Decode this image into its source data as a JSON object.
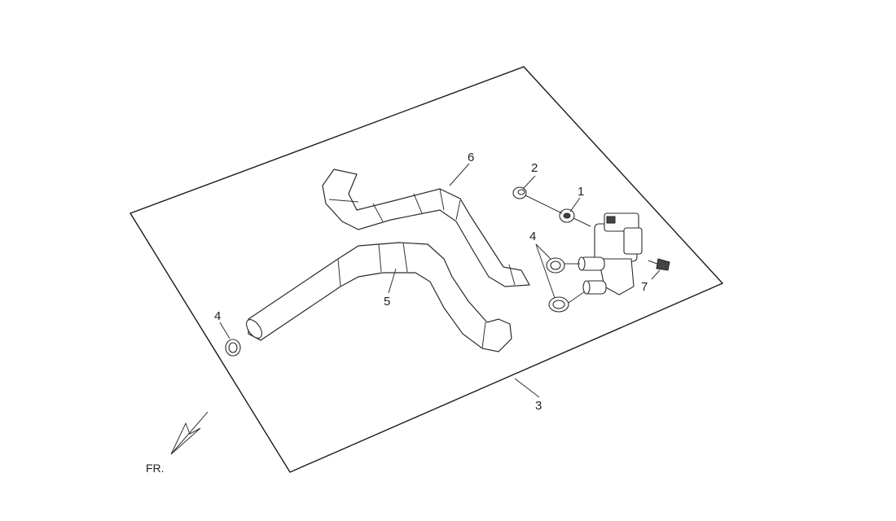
{
  "callouts": {
    "part1": "1",
    "part2": "2",
    "part3": "3",
    "part4_left": "4",
    "part4_right": "4",
    "part5": "5",
    "part6": "6",
    "part7": "7"
  },
  "direction_label": "FR."
}
